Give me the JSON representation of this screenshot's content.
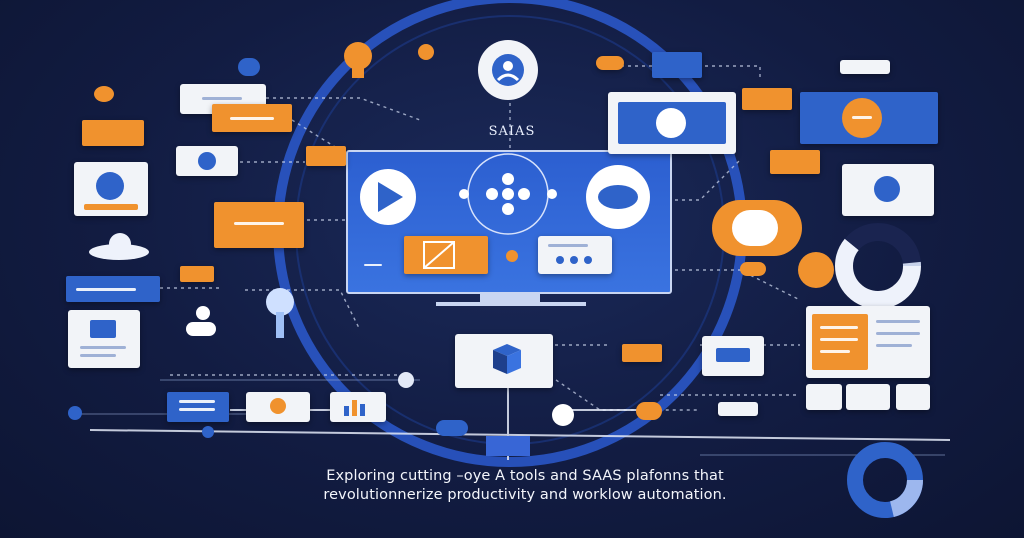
{
  "caption": {
    "line1": "Exploring cutting –oye A tools and SAAS plafonns that",
    "line2": "revolutionnerize productivity and worklow automation."
  },
  "hub": {
    "label": "SAIAS"
  },
  "colors": {
    "background": "#121c42",
    "accent_orange": "#f0922e",
    "accent_blue": "#2f63c9",
    "card_white": "#f2f4f8",
    "ring_blue": "#2a56c6"
  },
  "icons": [
    "lightbulb-icon",
    "brand-badge-icon",
    "play-icon",
    "network-hub-icon",
    "cloud-icon",
    "key-icon",
    "box-icon",
    "donut-chart-icon",
    "bar-chart-icon",
    "chat-icon",
    "target-icon",
    "monitor-icon"
  ]
}
